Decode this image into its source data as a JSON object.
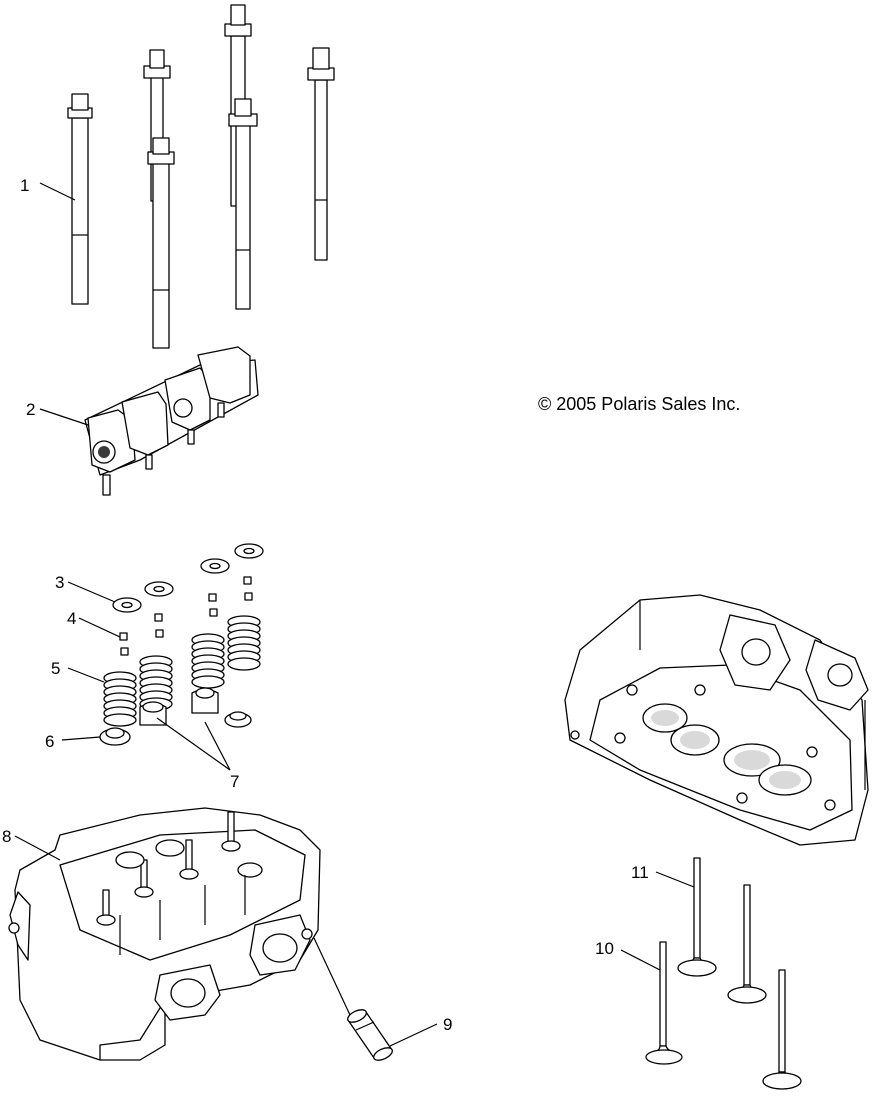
{
  "copyright": "© 2005 Polaris Sales Inc.",
  "callouts": [
    {
      "id": "1",
      "part": "head-bolt"
    },
    {
      "id": "2",
      "part": "rocker-arm-assembly"
    },
    {
      "id": "3",
      "part": "spring-retainer"
    },
    {
      "id": "4",
      "part": "valve-keeper"
    },
    {
      "id": "5",
      "part": "valve-spring"
    },
    {
      "id": "6",
      "part": "spring-seat"
    },
    {
      "id": "7",
      "part": "valve-stem-seal"
    },
    {
      "id": "8",
      "part": "cylinder-head"
    },
    {
      "id": "9",
      "part": "dowel-pin"
    },
    {
      "id": "10",
      "part": "intake-valve"
    },
    {
      "id": "11",
      "part": "exhaust-valve"
    }
  ]
}
